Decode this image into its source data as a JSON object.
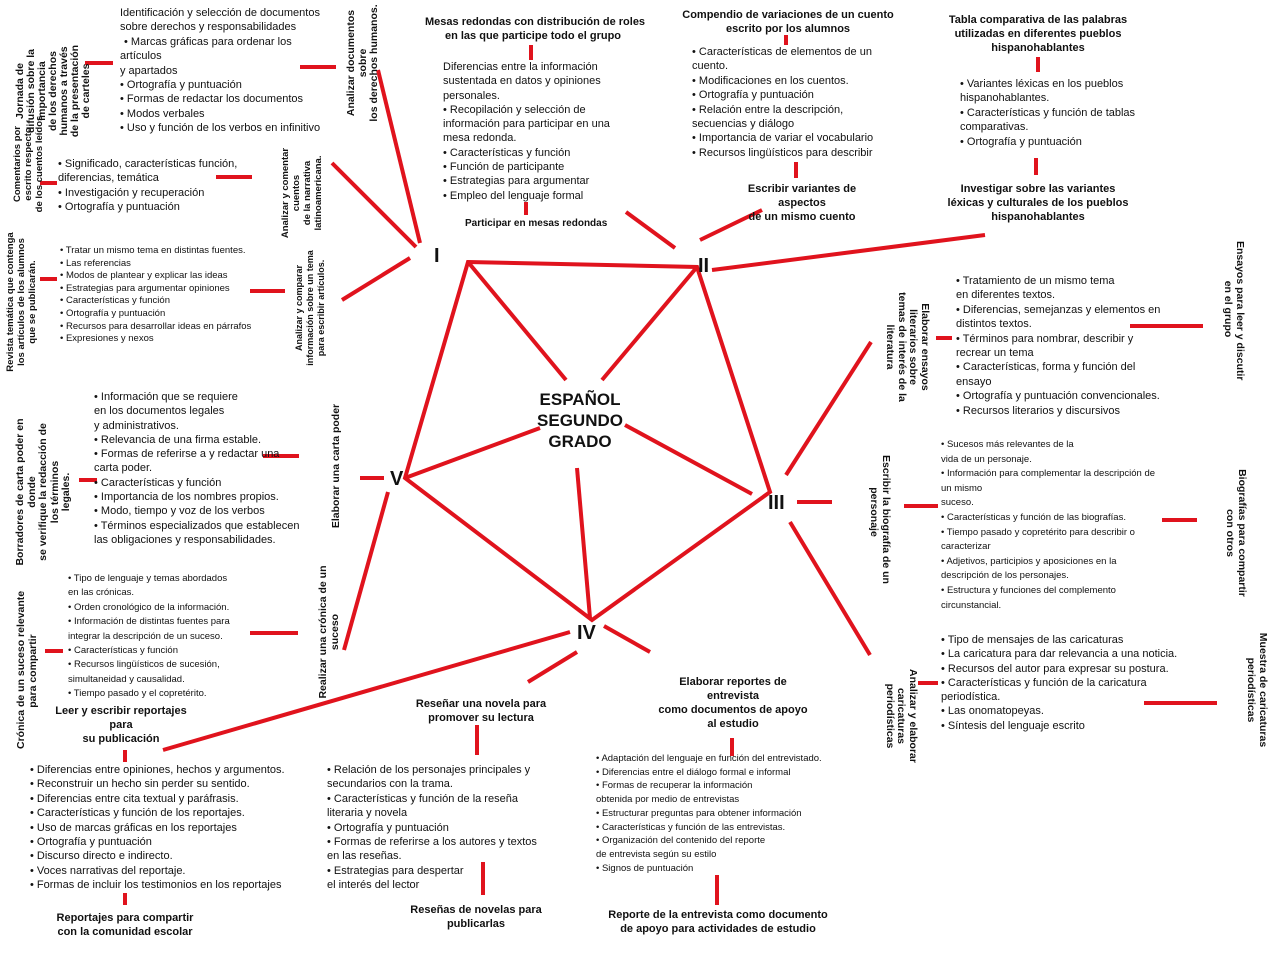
{
  "center": {
    "line1": "ESPAÑOL",
    "line2": "SEGUNDO",
    "line3": "GRADO"
  },
  "nodes": {
    "I": "I",
    "II": "II",
    "III": "III",
    "IV": "IV",
    "V": "V"
  },
  "accent_color": "#e0131d",
  "b1": {
    "vlabel": [
      "Jornada de",
      "difusión sobre la",
      "importancia",
      "de los derechos",
      "humanos a través",
      "de la presentación",
      "de carteles"
    ],
    "items": [
      "Identificación y selección de documentos",
      "sobre derechos y responsabilidades",
      "• Marcas gráficas para ordenar los",
      "artículos",
      "y apartados",
      "• Ortografía y puntuación",
      "• Formas de redactar los documentos",
      "• Modos verbales",
      "• Uso y función de los verbos en infinitivo"
    ],
    "act": [
      "Analizar documentos",
      "sobre",
      "los derechos humanos."
    ]
  },
  "b2": {
    "vlabel": [
      "Comentarios por",
      "escrito respecto",
      "de los cuentos leídos"
    ],
    "items": [
      "• Significado, características función,",
      "diferencias, temática",
      "• Investigación y recuperación",
      "• Ortografía y puntuación"
    ],
    "act": [
      "Analizar y comentar",
      "cuentos",
      "de la narrativa",
      "latinoamericana."
    ]
  },
  "b3": {
    "vlabel": [
      "Revista temática que contenga",
      "los artículos de los alumnos",
      "que se publicarán."
    ],
    "items": [
      "• Tratar un mismo tema en distintas fuentes.",
      "• Las referencias",
      "• Modos de plantear y explicar las ideas",
      "• Estrategias para argumentar opiniones",
      "• Características y función",
      "• Ortografía y puntuación",
      "• Recursos para desarrollar ideas en párrafos",
      "• Expresiones y nexos"
    ],
    "act": [
      "Analizar y comparar",
      "información sobre un tema",
      "para escribir artículos."
    ]
  },
  "b4": {
    "title": [
      "Mesas redondas con distribución de roles",
      "en las que participe todo el grupo"
    ],
    "items": [
      "Diferencias entre la información",
      "sustentada en datos y opiniones",
      "personales.",
      "• Recopilación y selección de",
      "información para participar en una",
      "mesa redonda.",
      "• Características y función",
      "• Función de participante",
      "• Estrategias para argumentar",
      "• Empleo del lenguaje formal"
    ],
    "act": "Participar en mesas redondas"
  },
  "b5": {
    "title": [
      "Compendio de variaciones de un cuento",
      "escrito por los alumnos"
    ],
    "items": [
      "• Características de elementos de un",
      "cuento.",
      "• Modificaciones en los cuentos.",
      "• Ortografía y puntuación",
      "• Relación entre la descripción,",
      "secuencias y diálogo",
      "• Importancia de variar el vocabulario",
      "• Recursos lingüísticos para describir"
    ],
    "act": [
      "Escribir variantes de",
      "aspectos",
      "de un mismo cuento"
    ]
  },
  "b6": {
    "title": [
      "Tabla comparativa de las palabras",
      "utilizadas en diferentes pueblos",
      "hispanohablantes"
    ],
    "items": [
      "• Variantes léxicas en los pueblos",
      "hispanohablantes.",
      "• Características y función de tablas",
      "comparativas.",
      "• Ortografía y puntuación"
    ],
    "act": [
      "Investigar sobre las variantes",
      "léxicas y culturales de los pueblos",
      "hispanohablantes"
    ]
  },
  "b7": {
    "vlabel": [
      "Ensayos para leer y discutir",
      "en el grupo"
    ],
    "items": [
      "• Tratamiento de un mismo tema",
      "en diferentes textos.",
      "• Diferencias, semejanzas y elementos en",
      "distintos textos.",
      "• Términos para nombrar, describir y",
      "recrear un tema",
      "• Características, forma y función del",
      "ensayo",
      "• Ortografía y puntuación convencionales.",
      "• Recursos literarios y discursivos"
    ],
    "act": [
      "Elaborar ensayos",
      "literarios sobre",
      "temas de interés de la",
      "literatura"
    ]
  },
  "b8": {
    "vlabel": [
      "Biografías para compartir",
      "con otros"
    ],
    "items": [
      "• Sucesos más relevantes de la",
      "vida de un personaje.",
      "• Información para complementar la descripción de",
      "un mismo",
      "suceso.",
      "• Características y función de las biografías.",
      "• Tiempo pasado y copretérito para describir o",
      "caracterizar",
      "• Adjetivos, participios y aposiciones en la",
      "descripción de los personajes.",
      "• Estructura y funciones del complemento",
      "circunstancial."
    ],
    "act": [
      "Escribir la biografía de un",
      "personaje"
    ]
  },
  "b9": {
    "vlabel": [
      "Muestra de caricaturas",
      "periodísticas"
    ],
    "items": [
      "• Tipo de mensajes de las caricaturas",
      "• La caricatura para dar relevancia a una noticia.",
      "• Recursos del autor para expresar su postura.",
      "• Características y función de la caricatura",
      "periodística.",
      "• Las onomatopeyas.",
      "• Síntesis del lenguaje escrito"
    ],
    "act": [
      "Analizar y elaborar",
      "caricaturas",
      "periodísticas"
    ]
  },
  "b10": {
    "vlabel": [
      "Borradores de carta poder en",
      "donde",
      "se verifique la redacción de",
      "los términos",
      "legales."
    ],
    "items": [
      "• Información que se requiere",
      "en los documentos legales",
      "y administrativos.",
      "• Relevancia de una firma estable.",
      "• Formas de referirse a y redactar una",
      "carta poder.",
      "• Características y función",
      "• Importancia de los nombres propios.",
      "• Modo, tiempo y voz de los verbos",
      "• Términos especializados que establecen",
      "las obligaciones y responsabilidades."
    ],
    "act": "Elaborar una carta poder"
  },
  "b11": {
    "vlabel": [
      "Crónica de un suceso relevante",
      "para compartir"
    ],
    "items": [
      "• Tipo de lenguaje y temas abordados",
      "en las crónicas.",
      "• Orden cronológico de la información.",
      "• Información de distintas fuentes para",
      "integrar la descripción de un suceso.",
      "• Características y función",
      "• Recursos lingüísticos de sucesión,",
      "simultaneidad y causalidad.",
      "• Tiempo pasado y el copretérito."
    ],
    "act": [
      "Realizar una crónica de un",
      "suceso"
    ]
  },
  "b12": {
    "act": [
      "Leer y escribir reportajes",
      "para",
      "su publicación"
    ],
    "items": [
      "• Diferencias entre opiniones, hechos y argumentos.",
      "• Reconstruir un hecho sin perder su sentido.",
      "• Diferencias entre cita textual y paráfrasis.",
      "• Características y función de los reportajes.",
      "• Uso de marcas gráficas en los reportajes",
      "• Ortografía y puntuación",
      "• Discurso directo e indirecto.",
      "• Voces narrativas del reportaje.",
      "• Formas de incluir los testimonios en los reportajes"
    ],
    "product": [
      "Reportajes para compartir",
      "con la comunidad escolar"
    ]
  },
  "b13": {
    "act": [
      "Reseñar una novela para",
      "promover su lectura"
    ],
    "items": [
      "• Relación de los personajes principales y",
      "secundarios con la trama.",
      "• Características y función de la reseña",
      "literaria y novela",
      "• Ortografía y puntuación",
      "• Formas de referirse a los autores y textos",
      "en las reseñas.",
      "• Estrategias para despertar",
      "el interés del lector"
    ],
    "product": [
      "Reseñas de novelas para",
      "publicarlas"
    ]
  },
  "b14": {
    "act": [
      "Elaborar reportes de",
      "entrevista",
      "como documentos de apoyo",
      "al estudio"
    ],
    "items": [
      "• Adaptación del lenguaje en función del entrevistado.",
      "• Diferencias entre el diálogo formal e informal",
      "• Formas de recuperar la información",
      "obtenida por medio de entrevistas",
      "• Estructurar preguntas para obtener información",
      "• Características y función de las entrevistas.",
      "• Organización del contenido del reporte",
      "de entrevista según su estilo",
      "• Signos de puntuación"
    ],
    "product": [
      "Reporte de la entrevista como documento",
      "de apoyo para actividades de estudio"
    ]
  }
}
